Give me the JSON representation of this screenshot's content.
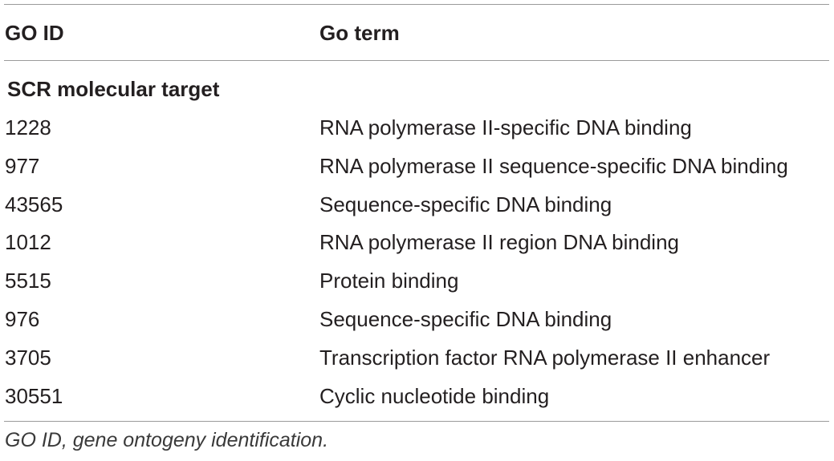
{
  "table": {
    "headers": {
      "go_id": "GO ID",
      "go_term": "Go term"
    },
    "section_label": "SCR molecular target",
    "rows": [
      {
        "go_id": "1228",
        "go_term": "RNA polymerase II-specific DNA binding"
      },
      {
        "go_id": "977",
        "go_term": "RNA polymerase II sequence-specific DNA binding"
      },
      {
        "go_id": "43565",
        "go_term": "Sequence-specific DNA binding"
      },
      {
        "go_id": "1012",
        "go_term": "RNA polymerase II region DNA binding"
      },
      {
        "go_id": "5515",
        "go_term": "Protein binding"
      },
      {
        "go_id": "976",
        "go_term": "Sequence-specific DNA binding"
      },
      {
        "go_id": "3705",
        "go_term": "Transcription factor RNA polymerase II enhancer"
      },
      {
        "go_id": "30551",
        "go_term": "Cyclic nucleotide binding"
      }
    ],
    "footnote": "GO ID, gene ontogeny identification."
  }
}
